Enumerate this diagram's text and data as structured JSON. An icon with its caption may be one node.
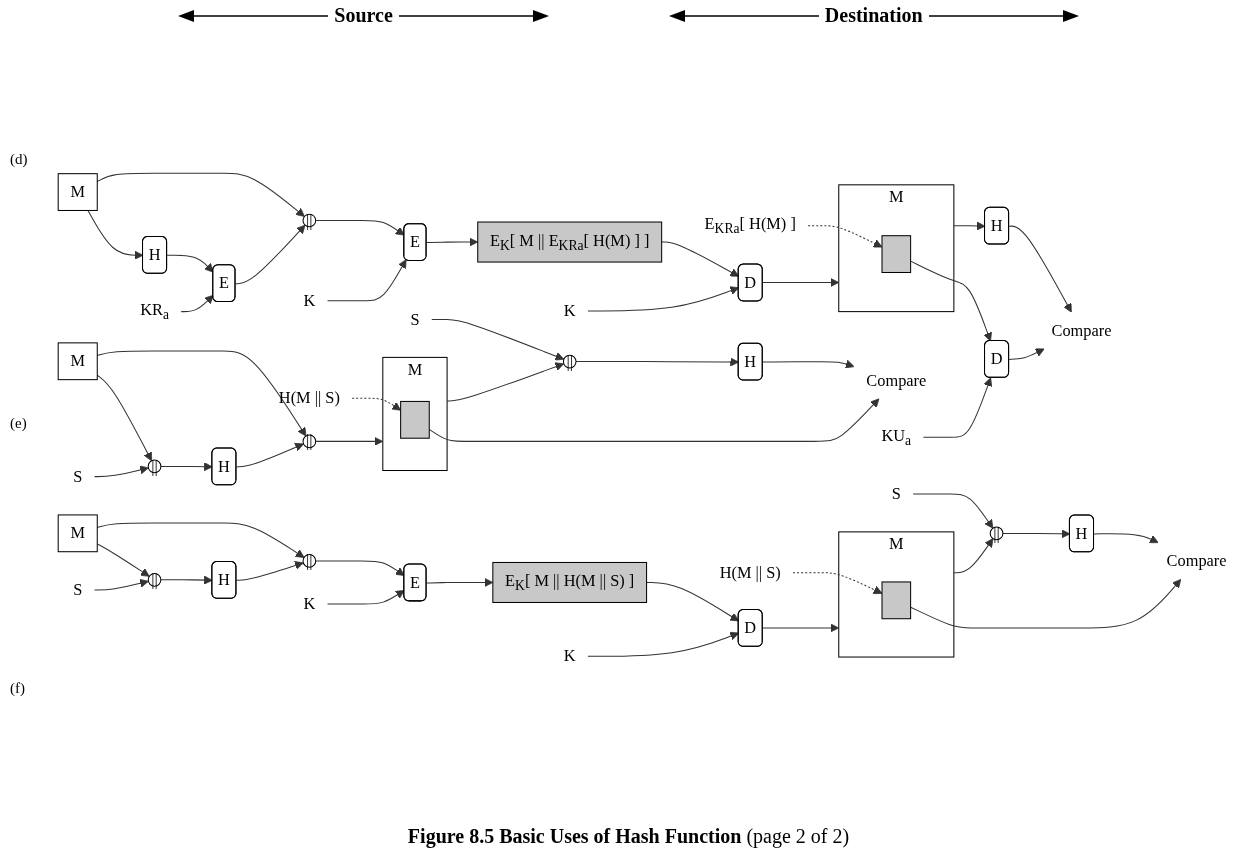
{
  "diagram": {
    "caption": "**Figure 8.5 Basic Uses of Hash Function** (page 2 of 2)",
    "nodes": [
      {
        "text": [
          "M"
        ]
      },
      {
        "text": [
          "H"
        ]
      },
      {
        "text": [
          "KR$_{a}$"
        ]
      },
      {
        "text": [
          "E"
        ]
      },
      {
        "text": [
          "||"
        ]
      },
      {
        "text": [
          "K"
        ]
      },
      {
        "text": [
          "E"
        ]
      },
      {
        "text": [
          "E$_{K}$[ M || E$_{KRa}$[ H(M) ] ]"
        ]
      },
      {
        "text": [
          "K"
        ]
      },
      {
        "text": [
          "D"
        ]
      },
      {
        "text": [
          "M"
        ]
      },
      {
        "text": [],
        "shape": "box",
        "in": 10
      },
      {
        "text": [
          "E$_{KRa}$[ H(M) ]"
        ]
      },
      {
        "text": [
          "H"
        ]
      },
      {
        "text": [
          "KU$_{a}$"
        ]
      },
      {
        "text": [
          "D"
        ]
      },
      {
        "text": [
          "Compare"
        ]
      },
      {
        "text": [
          "M"
        ]
      },
      {
        "text": [
          "S"
        ]
      },
      {
        "text": [
          "||"
        ]
      },
      {
        "text": [
          "H"
        ]
      },
      {
        "text": [
          "||"
        ]
      },
      {
        "text": [
          "M"
        ]
      },
      {
        "text": [],
        "shape": "box",
        "in": 22
      },
      {
        "text": [
          "H(M || S)"
        ]
      },
      {
        "text": [
          "S"
        ]
      },
      {
        "text": [
          "||"
        ]
      },
      {
        "text": [
          "H"
        ]
      },
      {
        "text": [
          "Compare"
        ]
      },
      {
        "text": [
          "M"
        ]
      },
      {
        "text": [
          "S"
        ]
      },
      {
        "text": [
          "||"
        ]
      },
      {
        "text": [
          "H"
        ]
      },
      {
        "text": [
          "||"
        ]
      },
      {
        "text": [
          "E"
        ]
      },
      {
        "text": [
          "K"
        ]
      },
      {
        "text": [
          "E$_{K}$[ M || H(M || S) ]"
        ]
      },
      {
        "text": [
          "K"
        ]
      },
      {
        "text": [
          "D"
        ]
      },
      {
        "text": [
          "M"
        ]
      },
      {
        "text": [],
        "shape": "box",
        "in": 39
      },
      {
        "text": [
          "H(M || S)"
        ]
      },
      {
        "text": [
          "S"
        ]
      },
      {
        "text": [
          "||"
        ]
      },
      {
        "text": [
          "H"
        ]
      },
      {
        "text": [
          "Compare"
        ]
      }
    ],
    "edges": [
      {
        "from": 0,
        "to": 4,
        "arrow": "to"
      },
      {
        "from": 0,
        "to": 1,
        "arrow": "to"
      },
      {
        "from": 1,
        "to": 3,
        "arrow": "to"
      },
      {
        "from": 2,
        "to": 3,
        "arrow": "to"
      },
      {
        "from": 3,
        "to": 4,
        "arrow": "to"
      },
      {
        "from": 4,
        "to": 6,
        "arrow": "to"
      },
      {
        "from": 5,
        "to": 6,
        "arrow": "to"
      },
      {
        "from": 6,
        "to": 7,
        "arrow": "to"
      },
      {
        "from": 7,
        "to": 9,
        "arrow": "to"
      },
      {
        "from": 8,
        "to": 9,
        "arrow": "to"
      },
      {
        "from": 9,
        "to": 10,
        "arrow": "to"
      },
      {
        "from": 10,
        "to": 13,
        "arrow": "to"
      },
      {
        "from": 11,
        "to": 15,
        "arrow": "to"
      },
      {
        "from": 14,
        "to": 15,
        "arrow": "to"
      },
      {
        "from": 13,
        "to": 16,
        "arrow": "to"
      },
      {
        "from": 15,
        "to": 16,
        "arrow": "to"
      },
      {
        "from": 12,
        "to": 11,
        "arrow": "to",
        "style": "dashed"
      },
      {
        "from": 17,
        "to": 21,
        "arrow": "to"
      },
      {
        "from": 17,
        "to": 19,
        "arrow": "to"
      },
      {
        "from": 18,
        "to": 19,
        "arrow": "to"
      },
      {
        "from": 19,
        "to": 20,
        "arrow": "to"
      },
      {
        "from": 20,
        "to": 21,
        "arrow": "to"
      },
      {
        "from": 21,
        "to": 22,
        "arrow": "to"
      },
      {
        "from": 22,
        "to": 26,
        "arrow": "to"
      },
      {
        "from": 25,
        "to": 26,
        "arrow": "to"
      },
      {
        "from": 26,
        "to": 27,
        "arrow": "to"
      },
      {
        "from": 27,
        "to": 28,
        "arrow": "to"
      },
      {
        "from": 23,
        "to": 28,
        "arrow": "to"
      },
      {
        "from": 24,
        "to": 23,
        "arrow": "to",
        "style": "dashed"
      },
      {
        "from": 29,
        "to": 33,
        "arrow": "to"
      },
      {
        "from": 29,
        "to": 31,
        "arrow": "to"
      },
      {
        "from": 30,
        "to": 31,
        "arrow": "to"
      },
      {
        "from": 31,
        "to": 32,
        "arrow": "to"
      },
      {
        "from": 32,
        "to": 33,
        "arrow": "to"
      },
      {
        "from": 33,
        "to": 34,
        "arrow": "to"
      },
      {
        "from": 35,
        "to": 34,
        "arrow": "to"
      },
      {
        "from": 34,
        "to": 36,
        "arrow": "to"
      },
      {
        "from": 36,
        "to": 38,
        "arrow": "to"
      },
      {
        "from": 37,
        "to": 38,
        "arrow": "to"
      },
      {
        "from": 38,
        "to": 39,
        "arrow": "to"
      },
      {
        "from": 39,
        "to": 43,
        "arrow": "to"
      },
      {
        "from": 42,
        "to": 43,
        "arrow": "to"
      },
      {
        "from": 43,
        "to": 44,
        "arrow": "to"
      },
      {
        "from": 44,
        "to": 45,
        "arrow": "to"
      },
      {
        "from": 40,
        "to": 45,
        "arrow": "to"
      },
      {
        "from": 41,
        "to": 40,
        "arrow": "to",
        "style": "dashed"
      }
    ],
    "labels": [
      "Source",
      "Destination",
      "(d)",
      "(e)",
      "(f)"
    ]
  }
}
